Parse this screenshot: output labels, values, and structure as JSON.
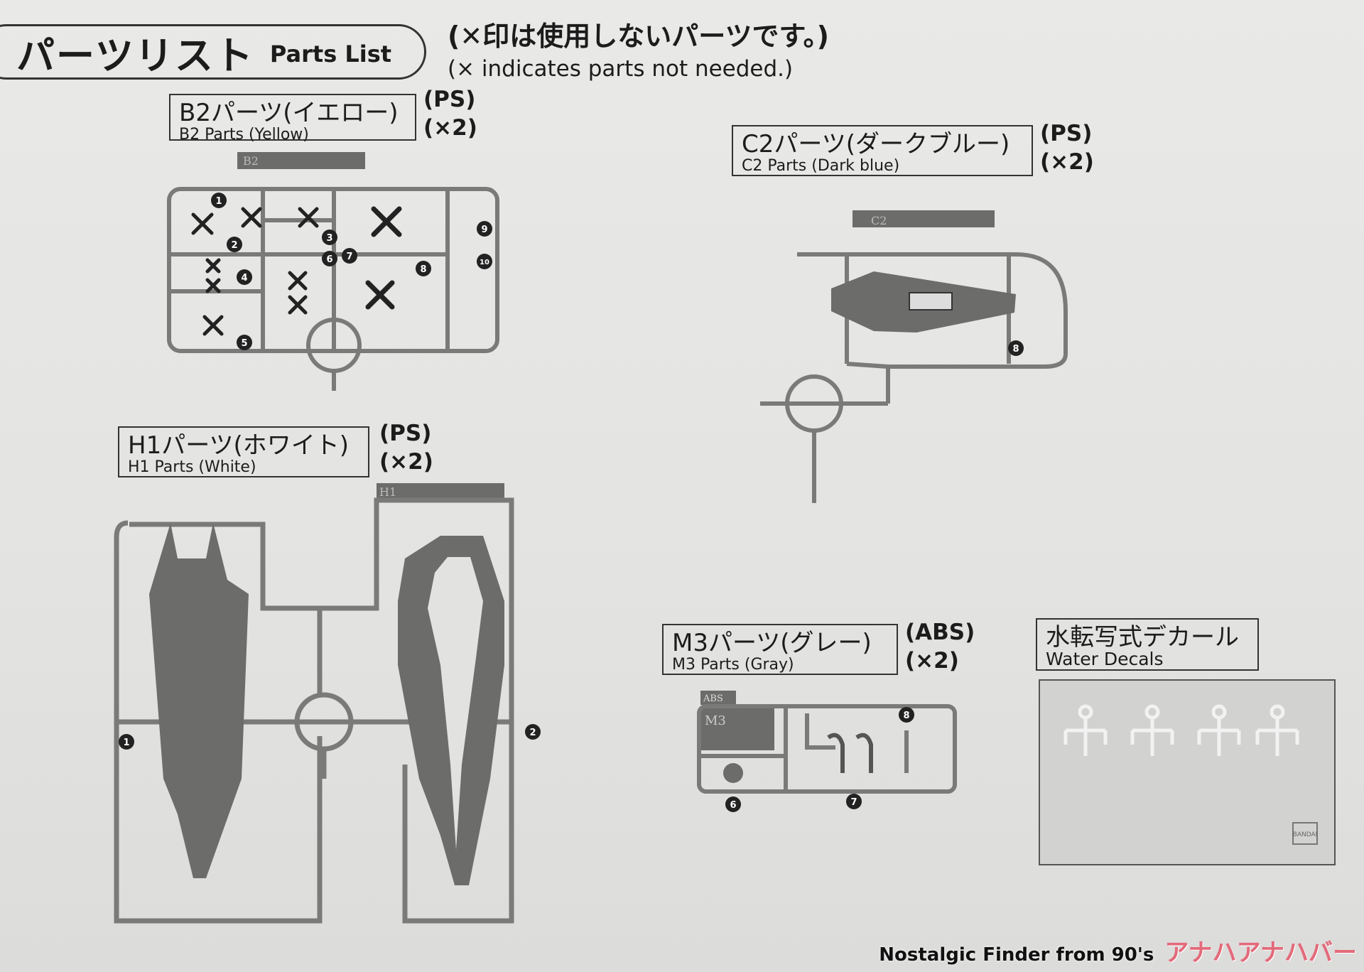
{
  "header": {
    "title_ja": "パーツリスト",
    "title_en": "Parts List",
    "notice_ja": "(✕印は使用しないパーツです。)",
    "notice_en": "(× indicates parts not needed.)"
  },
  "groups": [
    {
      "id": "b2",
      "name_ja": "B2パーツ(イエロー)",
      "name_en": "B2 Parts (Yellow)",
      "material": "(PS)",
      "qty": "(×2)"
    },
    {
      "id": "c2",
      "name_ja": "C2パーツ(ダークブルー)",
      "name_en": "C2 Parts (Dark blue)",
      "material": "(PS)",
      "qty": "(×2)"
    },
    {
      "id": "h1",
      "name_ja": "H1パーツ(ホワイト)",
      "name_en": "H1 Parts (White)",
      "material": "(PS)",
      "qty": "(×2)"
    },
    {
      "id": "m3",
      "name_ja": "M3パーツ(グレー)",
      "name_en": "M3 Parts (Gray)",
      "material": "(ABS)",
      "qty": "(×2)"
    },
    {
      "id": "decal",
      "name_ja": "水転写式デカール",
      "name_en": "Water Decals"
    }
  ],
  "sprue_tags": {
    "b2": "B2",
    "c2": "C2",
    "h1": "H1",
    "m3": "M3",
    "m3_abs": "ABS"
  },
  "part_numbers": {
    "b2": [
      "1",
      "2",
      "3",
      "4",
      "5",
      "6",
      "7",
      "8",
      "9",
      "10"
    ],
    "c2": [
      "8"
    ],
    "h1": [
      "1",
      "2"
    ],
    "m3": [
      "6",
      "7",
      "8"
    ]
  },
  "decal_logo": "BANDAI",
  "watermark": {
    "text": "Nostalgic Finder from 90's",
    "katakana": "アナハアナハバー"
  },
  "colors": {
    "ink": "#1c1c1c",
    "sprue": "#7a7a78",
    "part": "#6c6c6a"
  }
}
